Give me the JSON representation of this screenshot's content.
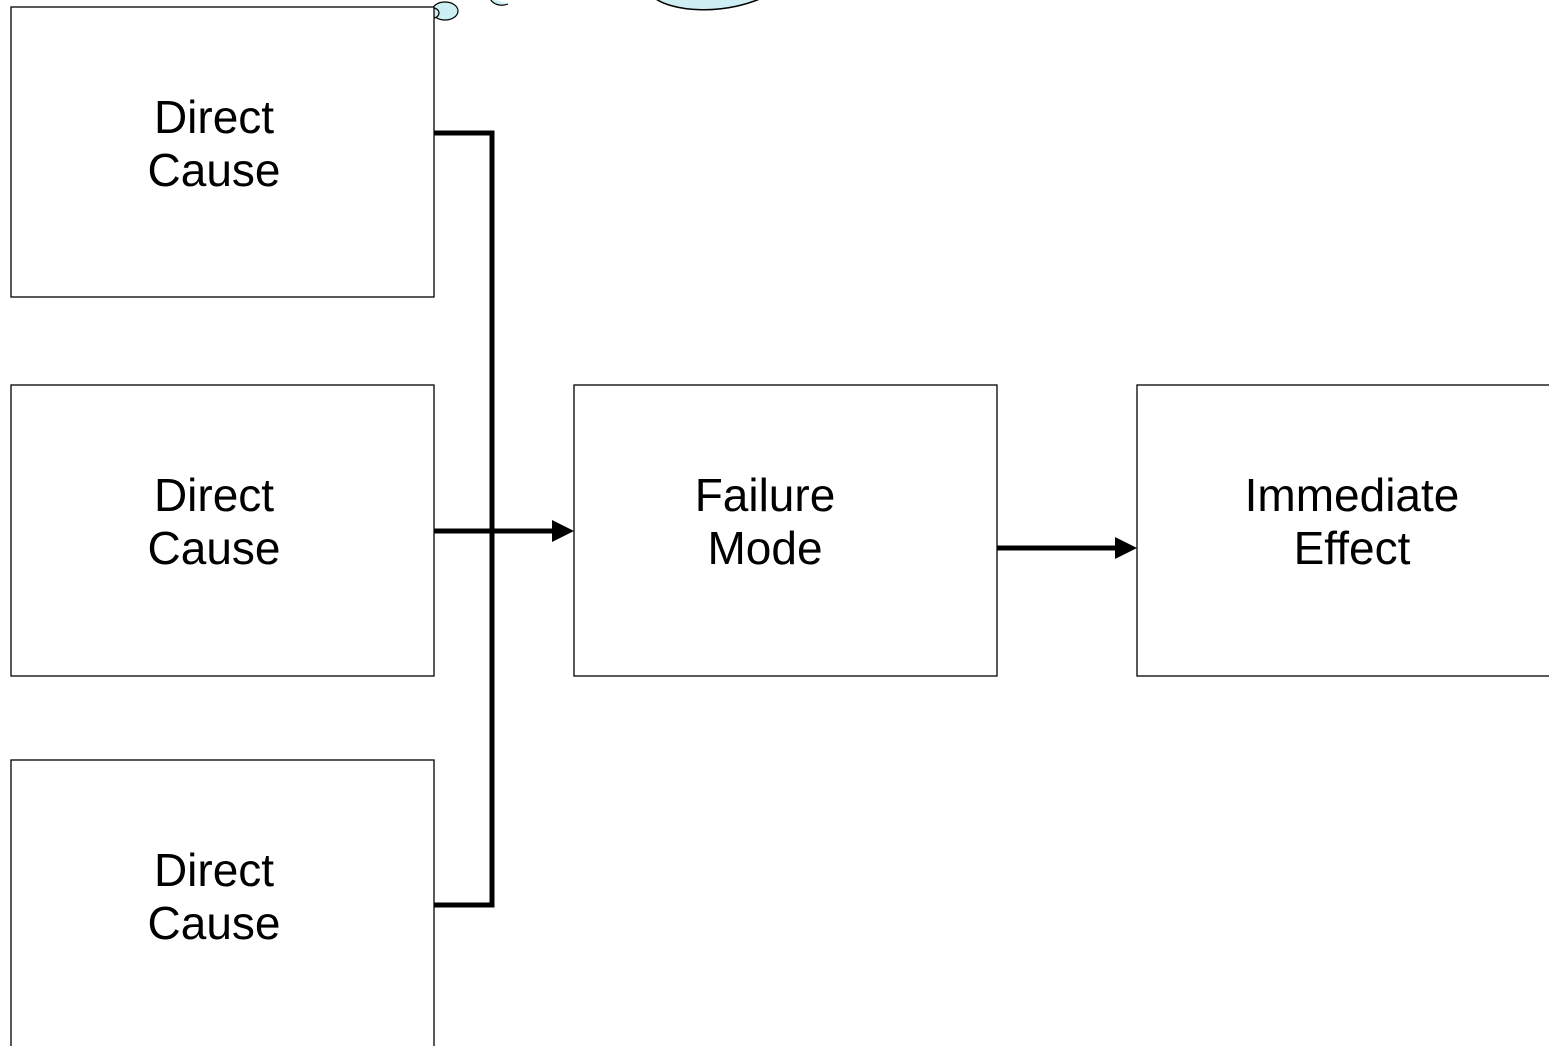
{
  "nodes": {
    "cause_top": {
      "line1": "Direct",
      "line2": "Cause"
    },
    "cause_middle": {
      "line1": "Direct",
      "line2": "Cause"
    },
    "cause_bottom": {
      "line1": "Direct",
      "line2": "Cause"
    },
    "failure_mode": {
      "line1": "Failure",
      "line2": "Mode"
    },
    "immediate_effect": {
      "line1": "Immediate",
      "line2": "Effect"
    }
  },
  "colors": {
    "box_stroke": "#000000",
    "box_fill": "#ffffff",
    "connector": "#000000",
    "cloud_fill": "#cdeff3",
    "cloud_stroke": "#000000"
  }
}
